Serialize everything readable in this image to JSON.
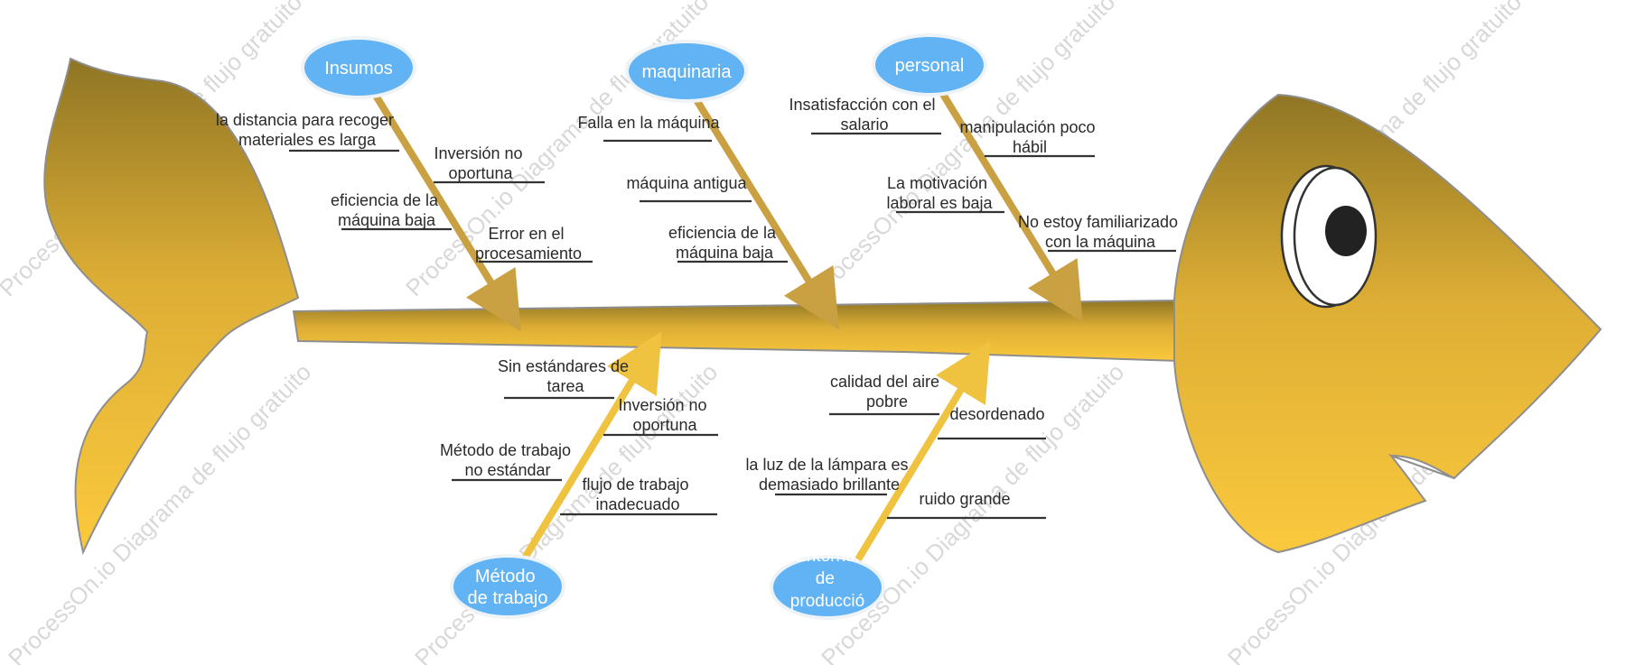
{
  "watermark": "ProcessOn.io Diagrama de flujo gratuito",
  "categories": {
    "insumos": "Insumos",
    "maquinaria": "maquinaria",
    "personal": "personal",
    "metodo_line1": "Método",
    "metodo_line2": "de trabajo",
    "entorno_line1": "Entorno",
    "entorno_line2": "de",
    "entorno_line3": "producció"
  },
  "causes": {
    "insumos": [
      [
        "la distancia para recoger",
        "materiales es larga"
      ],
      [
        "Inversión no",
        "oportuna"
      ],
      [
        "eficiencia de la",
        "máquina baja"
      ],
      [
        "Error en el",
        "procesamiento"
      ]
    ],
    "maquinaria": [
      [
        "Falla en la máquina"
      ],
      [
        "máquina antigua"
      ],
      [
        "eficiencia de la",
        "máquina baja"
      ]
    ],
    "personal": [
      [
        "Insatisfacción con el",
        "salario"
      ],
      [
        "manipulación poco",
        "hábil"
      ],
      [
        "La motivación",
        "laboral es baja"
      ],
      [
        "No estoy familiarizado",
        "con la máquina"
      ]
    ],
    "metodo": [
      [
        "Sin estándares de",
        "tarea"
      ],
      [
        "Inversión no",
        "oportuna"
      ],
      [
        "Método de trabajo",
        "no estándar"
      ],
      [
        "flujo de trabajo",
        "inadecuado"
      ]
    ],
    "entorno": [
      [
        "calidad del aire",
        "pobre"
      ],
      [
        "desordenado"
      ],
      [
        "la luz de la lámpara es",
        "demasiado brillante"
      ],
      [
        "ruido grande"
      ]
    ]
  },
  "colors": {
    "body_top": "#8f7524",
    "body_bottom": "#fbc93d",
    "bone_upper": "#c9a042",
    "bone_lower": "#efc33f",
    "bubble": "#62b3f3",
    "outline": "#8e8e8e"
  }
}
